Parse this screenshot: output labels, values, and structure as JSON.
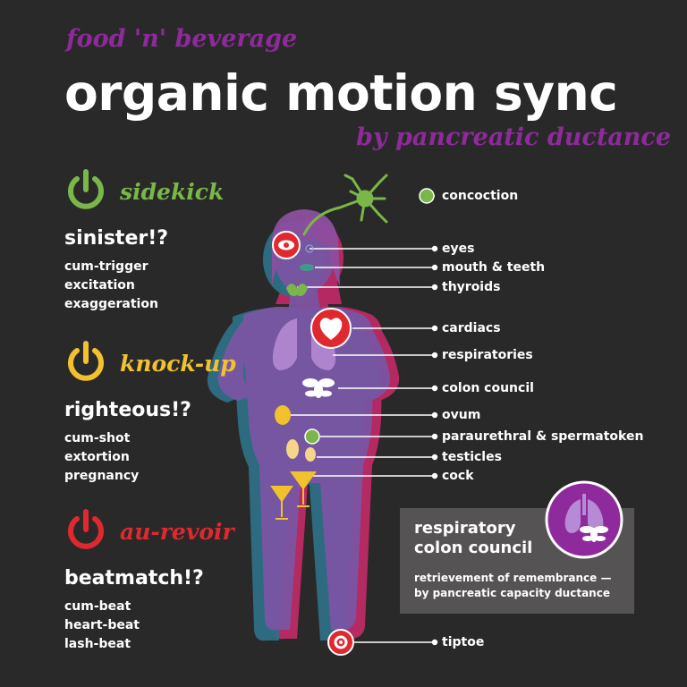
{
  "header": {
    "kicker": "food 'n' beverage",
    "title": "organic motion sync",
    "subtitle": "by pancreatic ductance"
  },
  "sections": [
    {
      "name": "sidekick",
      "color": "#7ab648",
      "question": "sinister!?",
      "items": [
        "cum-trigger",
        "excitation",
        "exaggeration"
      ]
    },
    {
      "name": "knock-up",
      "color": "#f2c12e",
      "question": "righteous!?",
      "items": [
        "cum-shot",
        "extortion",
        "pregnancy"
      ]
    },
    {
      "name": "au-revoir",
      "color": "#e0292f",
      "question": "beatmatch!?",
      "items": [
        "cum-beat",
        "heart-beat",
        "lash-beat"
      ]
    }
  ],
  "labels": [
    "concoction",
    "eyes",
    "mouth & teeth",
    "thyroids",
    "cardiacs",
    "respiratories",
    "colon council",
    "ovum",
    "paraurethral & spermatoken",
    "testicles",
    "cock",
    "tiptoe"
  ],
  "info": {
    "title": "respiratory colon council",
    "text_line1": "retrievement of remembrance —",
    "text_line2": "by pancreatic capacity ductance"
  },
  "colors": {
    "background": "#2a2929",
    "purple": "#8e2a9c",
    "body_purple": "#7a55a3",
    "body_teal": "#2e6f86",
    "body_magenta": "#c02a66",
    "green": "#7ab648",
    "yellow": "#f2c12e",
    "red": "#e0292f",
    "panel": "#555353"
  },
  "icons": [
    "power-icon",
    "neuron-icon",
    "eye-icon",
    "heart-icon",
    "bee-icon",
    "lungs-icon",
    "martini-icon",
    "gear-icon"
  ]
}
